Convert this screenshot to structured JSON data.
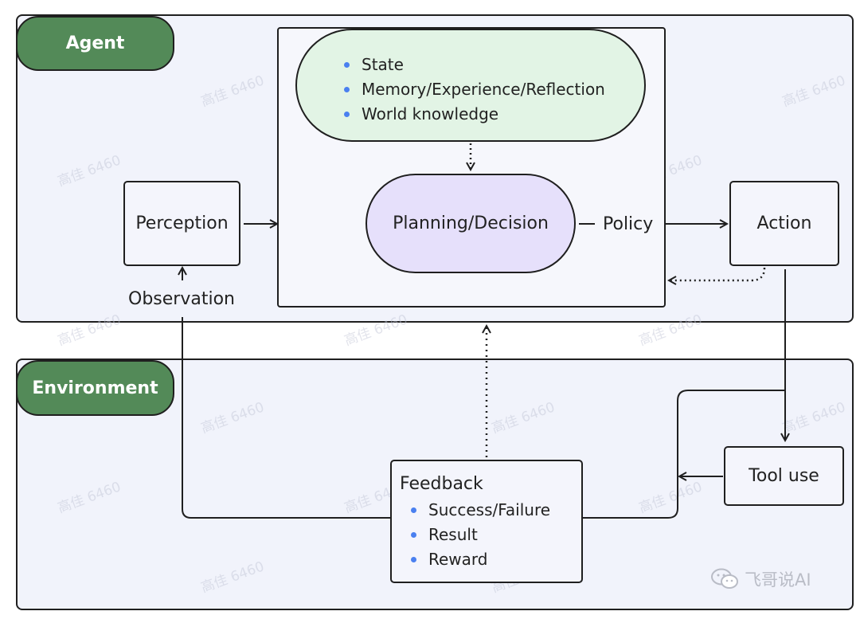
{
  "agent": {
    "label": "Agent",
    "memory_items": [
      "State",
      "Memory/Experience/Reflection",
      "World knowledge"
    ],
    "planning_label": "Planning/Decision",
    "policy_label": "Policy",
    "perception_label": "Perception",
    "observation_label": "Observation",
    "action_label": "Action"
  },
  "environment": {
    "label": "Environment",
    "tool_use_label": "Tool use",
    "feedback_title": "Feedback",
    "feedback_items": [
      "Success/Failure",
      "Result",
      "Reward"
    ]
  },
  "watermark": {
    "text": "高佳 6460",
    "brand": "飞哥说AI"
  },
  "colors": {
    "tag_green": "#538a58",
    "memory_fill": "#e2f4e5",
    "planning_fill": "#e6e0fb",
    "bullet_blue": "#4a80f0",
    "panel_fill": "#f1f3fb"
  }
}
